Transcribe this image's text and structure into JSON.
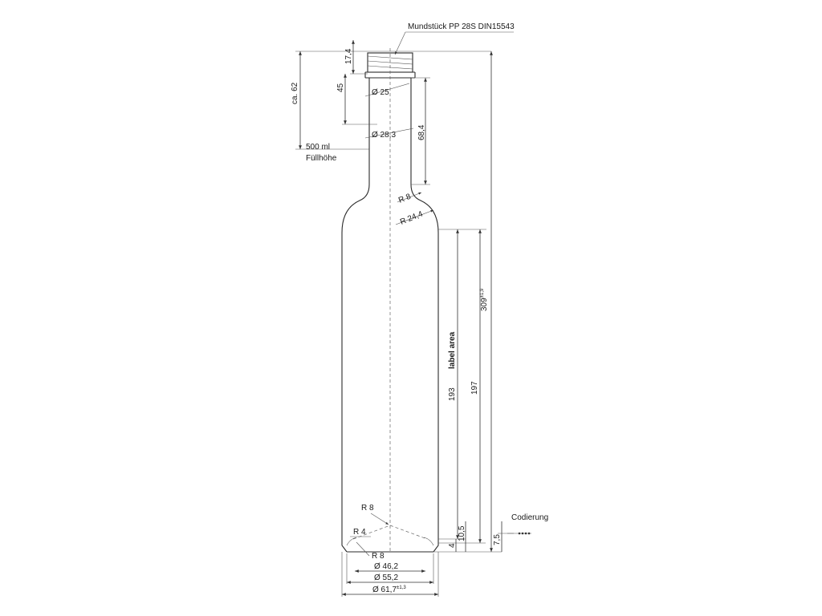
{
  "labels": {
    "finish": "Mundstück PP 28S DIN15543",
    "fill_volume": "500 ml",
    "fill_height": "Füllhöhe",
    "label_area": "label area",
    "coding": "Codierung"
  },
  "dimensions": {
    "neck_height": "17,4",
    "neck_45": "45",
    "ca_62": "ca. 62",
    "dia_25": "Ø 25",
    "dia_28_3": "Ø 28,3",
    "neck_68_4": "68,4",
    "r8_shoulder": "R 8",
    "r24_4": "R 24,4",
    "total_height": "309",
    "total_height_tol": "±1,9",
    "label_193": "193",
    "label_197": "197",
    "base_10_5": "10,5",
    "base_4": "4",
    "coding_7_5": "7,5",
    "r8_base_top": "R 8",
    "r4_base": "R 4",
    "r8_base_bottom": "R 8",
    "dia_46_2": "Ø 46,2",
    "dia_55_2": "Ø 55,2",
    "dia_61_7": "Ø 61,7",
    "dia_61_7_tol": "±1,3"
  }
}
